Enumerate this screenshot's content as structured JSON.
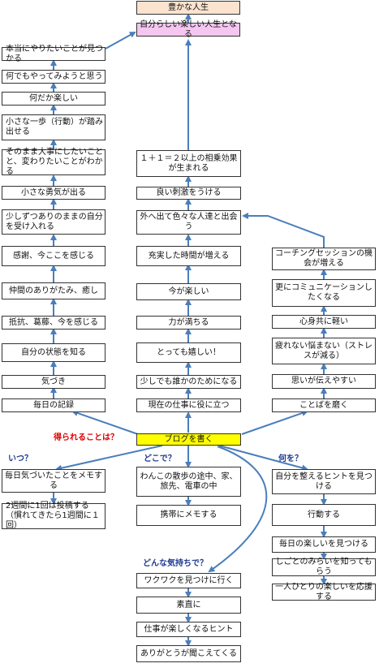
{
  "top": {
    "rich_life": "豊かな人生",
    "own_life": "自分らしい楽しい人生となる"
  },
  "left_column": [
    "本当にやりたいことが見つかる",
    "何でもやってみようと思う",
    "何だか楽しい",
    "小さな一歩（行動）が踏み出せる",
    "そのまま大事にしたいことと、変わりたいことがわかる",
    "小さな勇気が出る",
    "少しずつありのままの自分を受け入れる",
    "感謝、今ここを感じる",
    "仲間のありがたみ、癒し",
    "抵抗、葛藤、今を感じる",
    "自分の状態を知る",
    "気づき",
    "毎日の記録"
  ],
  "middle_column": [
    "１＋１＝２以上の相乗効果が生まれる",
    "良い刺激をうける",
    "外へ出て色々な人達と出会う",
    "充実した時間が増える",
    "今が楽しい",
    "力が満ちる",
    "とっても嬉しい！",
    "少しでも誰かのためになる",
    "現在の仕事に役に立つ"
  ],
  "right_column": [
    "コーチングセッションの機会が増える",
    "更にコミュニケーションしたくなる",
    "心身共に軽い",
    "疲れない悩まない（ストレスが減る）",
    "思いが伝えやすい",
    "ことばを磨く"
  ],
  "center": {
    "blog": "ブログを書く",
    "gains_question": "得られることは？"
  },
  "questions": {
    "when": "いつ？",
    "where": "どこで？",
    "what": "何を？",
    "feeling": "どんな気持ちで？"
  },
  "when_items": [
    "毎日気づいたことをメモする",
    "2週間に1回は投稿する（慣れてきたら1週間に１回）"
  ],
  "where_items": [
    "わんこの散歩の途中、家、旅先、電車の中",
    "携帯にメモする"
  ],
  "what_items": [
    "自分を整えるヒントを見つける",
    "行動する",
    "毎日の楽しいを見つける",
    "しごとのみらいを知ってもらう",
    "一人ひとりの楽しいを応援する"
  ],
  "feeling_items": [
    "ワクワクを見つけに行く",
    "素直に",
    "仕事が楽しくなるヒント",
    "ありがとうが聞こえてくる"
  ],
  "colors": {
    "arrow": "#4a7ebb",
    "top_box": "#fbe3cf",
    "goal_box": "#f4c6f0",
    "center_box": "#ffff00",
    "question_red": "#e00000",
    "question_blue": "#1f3a93"
  }
}
